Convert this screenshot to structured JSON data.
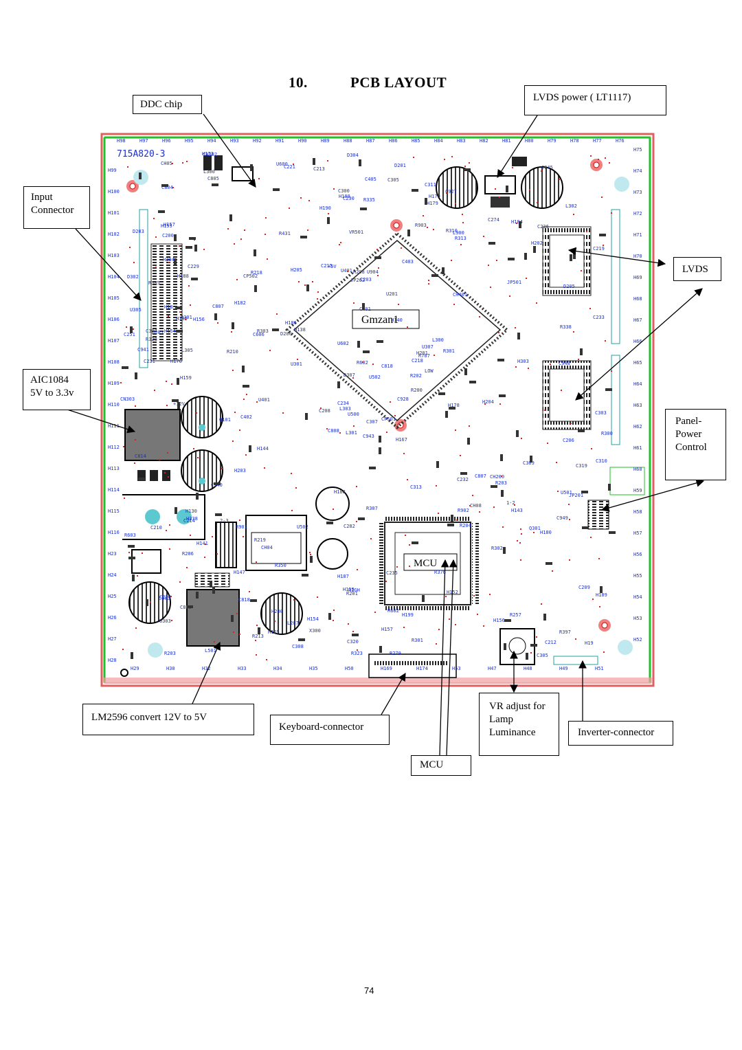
{
  "page": {
    "section_number": "10.",
    "section_title": "PCB LAYOUT",
    "page_number": "74"
  },
  "board": {
    "board_id": "715A820-3",
    "chip_label": "Gmzan1",
    "mcu_inner_label": "MCU",
    "outline_color": "#e06060",
    "trace_color": "#1a2fd0",
    "edge_color": "#22c02a",
    "marker_color": "#e02020"
  },
  "callouts": {
    "ddc": "DDC chip",
    "lvds_power": "LVDS power ( LT1117)",
    "input_connector": [
      "Input",
      "Connector"
    ],
    "lvds": "LVDS",
    "aic1084": [
      "AIC1084",
      "5V to 3.3v"
    ],
    "panel_power": [
      "Panel-",
      "Power",
      "Control"
    ],
    "lm2596": "LM2596 convert 12V to 5V",
    "keyboard": "Keyboard-connector",
    "vr_adjust": [
      "VR adjust for",
      "Lamp",
      "Luminance"
    ],
    "inverter": "Inverter-connector",
    "mcu": "MCU"
  },
  "silkscreen": {
    "top_row": [
      "H98",
      "H97",
      "H96",
      "H95",
      "H94",
      "H93",
      "H92",
      "H91",
      "H90",
      "H89",
      "H88",
      "H87",
      "H86",
      "H85",
      "H84",
      "H83",
      "H82",
      "H81",
      "H80",
      "H79",
      "H78",
      "H77",
      "H76"
    ],
    "left_col": [
      "H99",
      "H100",
      "H101",
      "H102",
      "H103",
      "H104",
      "H105",
      "H106",
      "H107",
      "H108",
      "H109",
      "H110",
      "H111",
      "H112",
      "H113",
      "H114",
      "H115",
      "H116",
      "H23",
      "H24",
      "H25",
      "H26",
      "H27",
      "H28"
    ],
    "right_col": [
      "H75",
      "H74",
      "H73",
      "H72",
      "H71",
      "H70",
      "H69",
      "H68",
      "H67",
      "H66",
      "H65",
      "H64",
      "H63",
      "H62",
      "H61",
      "H60",
      "H59",
      "H58",
      "H57",
      "H56",
      "H55",
      "H54",
      "H53",
      "H52"
    ],
    "bottom_row": [
      "H29",
      "H30",
      "H32",
      "H33",
      "H34",
      "H35",
      "H50",
      "H169",
      "H174",
      "H53",
      "H47",
      "H48",
      "H49",
      "H51"
    ],
    "parts": [
      "C943",
      "H188",
      "L303",
      "C224",
      "C218",
      "CH04",
      "C927",
      "U904",
      "L900",
      "C928",
      "C805",
      "H19",
      "H159",
      "C219",
      "C808",
      "CH401",
      "L501",
      "U401",
      "H140",
      "H141",
      "H138",
      "U303",
      "C818",
      "R208",
      "R707",
      "R203",
      "C229",
      "C230",
      "C231",
      "C232",
      "C233",
      "C234",
      "H187",
      "D307",
      "R218",
      "C274",
      "R219",
      "C212",
      "C209",
      "CH200",
      "D201",
      "D200",
      "R210",
      "R204",
      "R213",
      "C251",
      "R202",
      "R203",
      "R201",
      "R200",
      "R206",
      "D205",
      "D203",
      "CH08",
      "H152",
      "H147",
      "L300",
      "CH05",
      "C235",
      "C236",
      "C405",
      "U401",
      "D205",
      "H182",
      "H184",
      "H173",
      "H170",
      "H190",
      "R602",
      "R603",
      "C282",
      "L207",
      "C807",
      "C606",
      "C603",
      "C804",
      "C807",
      "C814",
      "U602",
      "R602",
      "C818",
      "C815",
      "H178",
      "JP201",
      "C320",
      "C948",
      "R307",
      "R257",
      "R279",
      "R376",
      "C300",
      "R300",
      "R301",
      "R302",
      "U502",
      "C949",
      "R328",
      "R323",
      "R310",
      "R313",
      "Q101",
      "U600",
      "C303",
      "C941",
      "C940",
      "R901",
      "H200",
      "H201",
      "H202",
      "U301",
      "C206",
      "C200",
      "C203",
      "C208",
      "C221",
      "C210",
      "L301",
      "L302",
      "C215",
      "C213",
      "C214",
      "C945",
      "U201",
      "H205",
      "H204",
      "H203",
      "R397",
      "X300",
      "H303",
      "H304",
      "H338",
      "R301",
      "R303",
      "R431",
      "C319",
      "H143",
      "H144",
      "H130",
      "C310",
      "H186",
      "H167",
      "L305",
      "Q301",
      "CP501",
      "U307",
      "H157",
      "H154",
      "H156",
      "H155",
      "H188",
      "R338",
      "CP502",
      "C307",
      "C308",
      "C309",
      "C305",
      "VR501",
      "C401",
      "C402",
      "C403",
      "C313",
      "R335",
      "CN303",
      "D304",
      "H179",
      "H18",
      "H188",
      "H189",
      "CN302",
      "C305",
      "H180",
      "H199",
      "U305",
      "C311",
      "L300",
      "H165",
      "R903",
      "R902",
      "D302",
      "R301",
      "R305",
      "C307",
      "H157",
      "H154",
      "H155",
      "H156",
      "H185",
      "H176",
      "R350",
      "U500",
      "U501",
      "U502",
      "JP202",
      "JP501",
      "LOW",
      "HIGH",
      "+12V",
      "+5V",
      "1-2",
      "2-3"
    ]
  }
}
